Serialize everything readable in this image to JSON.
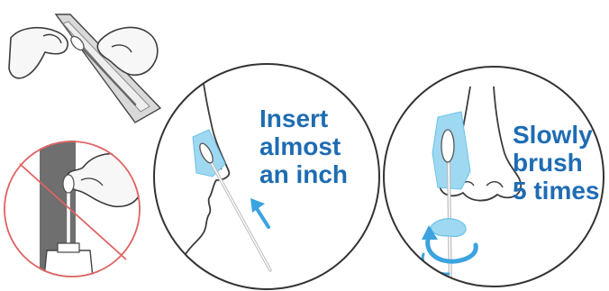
{
  "colors": {
    "instruction_text": "#1E6CB3",
    "accent_blue": "#3BA3E0",
    "swab_tint": "#9FD8F1",
    "outline": "#3C3C3C",
    "skin": "#F7F7F7",
    "prohibition_red": "#E06363",
    "package_gray": "#D9D9D9"
  },
  "steps": [
    {
      "lines": [
        "Insert",
        "almost",
        "an inch"
      ]
    },
    {
      "lines": [
        "Slowly",
        "brush",
        "5 times"
      ]
    }
  ],
  "icons": [
    "hands-opening-package-icon",
    "do-not-touch-swab-tip-icon",
    "insert-swab-in-nostril-icon",
    "insertion-direction-arrow-icon",
    "brush-swab-in-nostril-icon",
    "rotation-arrow-icon"
  ]
}
